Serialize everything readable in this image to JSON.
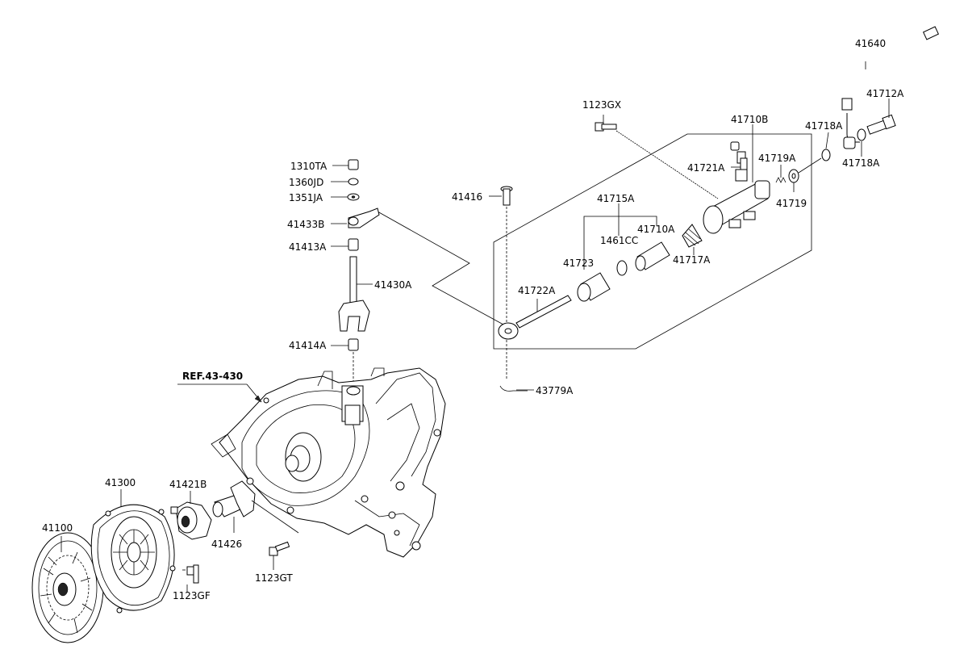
{
  "labels": {
    "l41640": "41640",
    "l41712A": "41712A",
    "l1123GX": "1123GX",
    "l41710B": "41710B",
    "l41718A_top": "41718A",
    "l41718A_bot": "41718A",
    "l41721A": "41721A",
    "l41719A": "41719A",
    "l41719": "41719",
    "l41416": "41416",
    "l41715A": "41715A",
    "l41710A": "41710A",
    "l1461CC": "1461CC",
    "l41717A": "41717A",
    "l41723": "41723",
    "l41722A": "41722A",
    "l43779A": "43779A",
    "l1310TA": "1310TA",
    "l1360JD": "1360JD",
    "l1351JA": "1351JA",
    "l41433B": "41433B",
    "l41413A": "41413A",
    "l41430A": "41430A",
    "l41414A": "41414A",
    "ref": "REF.43-430",
    "l41300": "41300",
    "l41421B": "41421B",
    "l41100": "41100",
    "l41426": "41426",
    "l1123GT": "1123GT",
    "l1123GF": "1123GF"
  }
}
